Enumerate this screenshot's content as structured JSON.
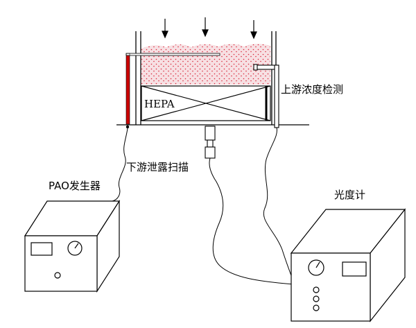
{
  "labels": {
    "filter": "HEPA",
    "upstream_detection": "上游浓度检测",
    "downstream_scan": "下游泄露扫描",
    "pao_generator": "PAO发生器",
    "photometer": "光度计"
  },
  "colors": {
    "aerosol_dots": "#d8263a",
    "aerosol_fill": "#f7e0e3",
    "lines": "#000000",
    "red_tube": "#cc0000"
  },
  "icons": {
    "airflow": "down-arrow-icon",
    "dial": "gauge-icon"
  }
}
